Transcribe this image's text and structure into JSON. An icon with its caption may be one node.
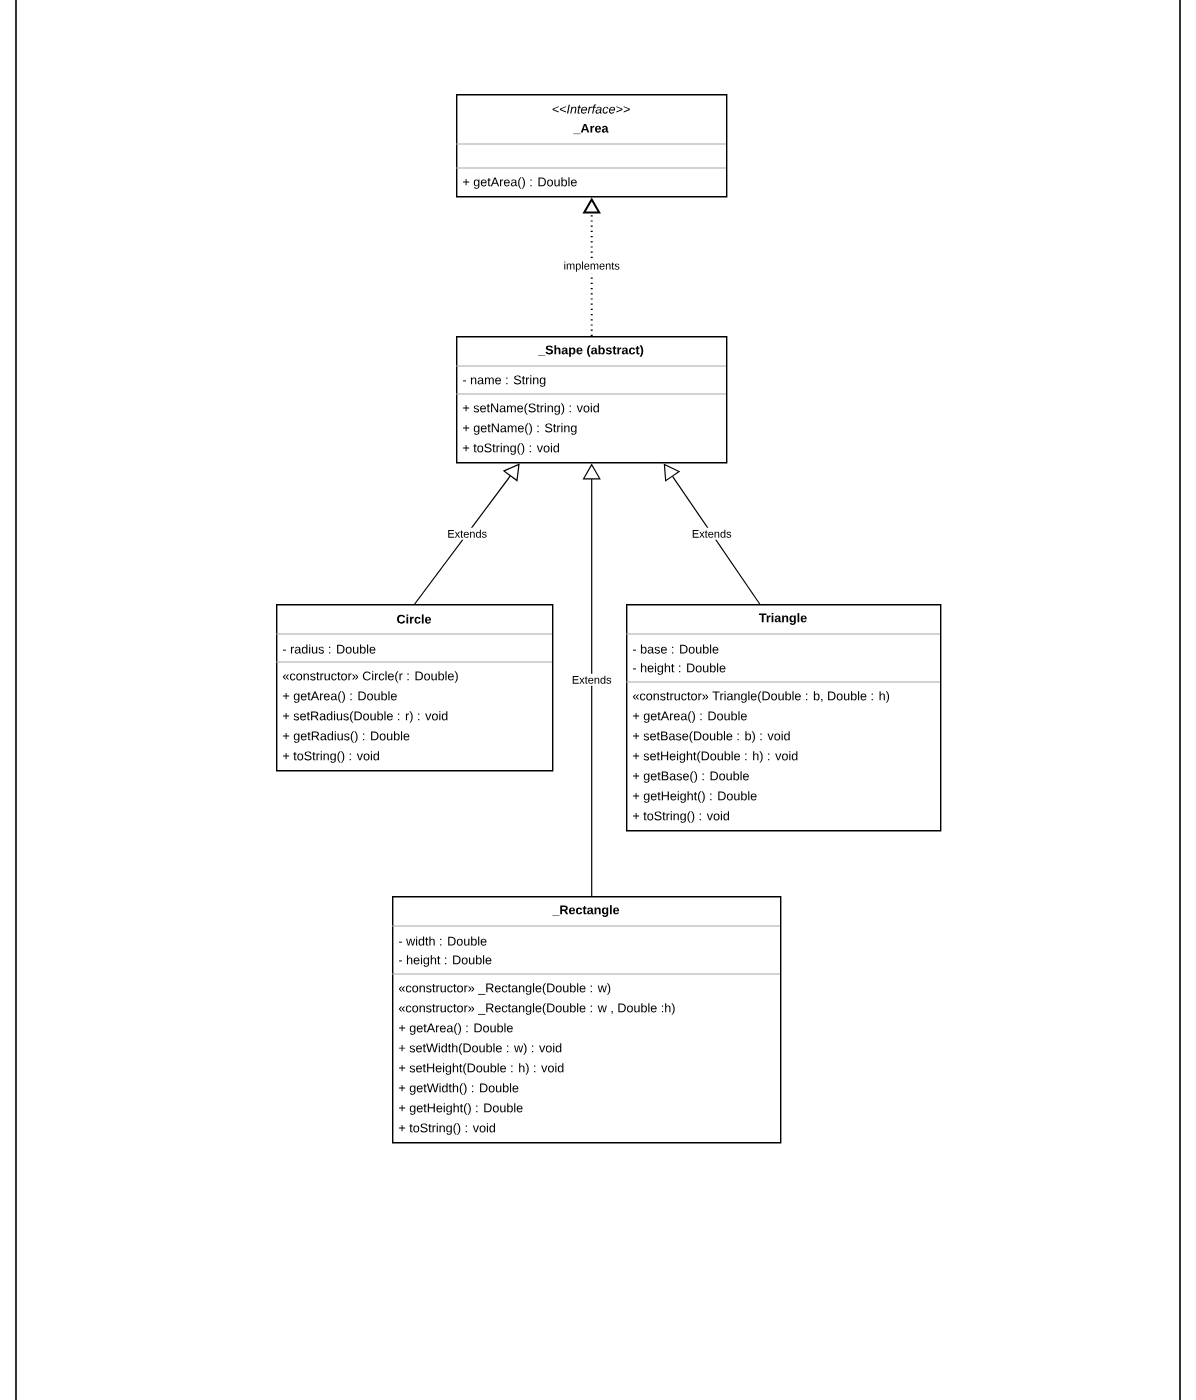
{
  "diagram": {
    "nodes": [
      {
        "text": [
          "<<Interface>>",
          "_Area",
          "+ getArea() : Double"
        ]
      },
      {
        "text": [
          "_Shape (abstract)",
          "- name : String",
          "+ setName(String) : void",
          "+ getName() : String",
          "+ toString() : void"
        ]
      },
      {
        "text": [
          "Circle",
          "- radius : Double",
          "«constructor» Circle(r : Double)",
          "+ getArea() : Double",
          "+ setRadius(Double : r) : void",
          "+ getRadius() : Double",
          "+ toString() : void"
        ]
      },
      {
        "text": [
          "Triangle",
          "- base : Double",
          "- height : Double",
          "«constructor» Triangle(Double : b, Double : h)",
          "+ getArea() : Double",
          "+ setBase(Double : b) : void",
          "+ setHeight(Double : h) : void",
          "+ getBase() : Double",
          "+ getHeight() : Double",
          "+ toString() : void"
        ]
      },
      {
        "text": [
          "_Rectangle",
          "- width : Double",
          "- height : Double",
          "«constructor» _Rectangle(Double : w)",
          "«constructor» _Rectangle(Double : w , Double :h)",
          "+ getArea() : Double",
          "+ setWidth(Double : w) : void",
          "+ setHeight(Double : h) : void",
          "+ getWidth() : Double",
          "+ getHeight() : Double",
          "+ toString() : void"
        ]
      }
    ],
    "edges": [
      {
        "from": 1,
        "to": 0,
        "arrow": "to",
        "label": "implements",
        "style": "dashed"
      },
      {
        "from": 2,
        "to": 1,
        "arrow": "to",
        "label": "Extends"
      },
      {
        "from": 3,
        "to": 1,
        "arrow": "to",
        "label": "Extends"
      },
      {
        "from": 4,
        "to": 1,
        "arrow": "to",
        "label": "Extends"
      }
    ]
  }
}
